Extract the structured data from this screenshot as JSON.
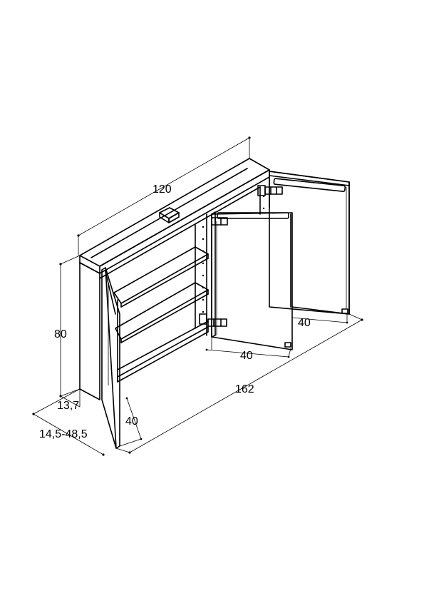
{
  "dimensions": {
    "width_top": "120",
    "height": "80",
    "depth_body": "13,7",
    "depth_range": "14,5-48,5",
    "door_left_swing": "40",
    "door_middle_width": "40",
    "door_right_width": "40",
    "total_width_open": "162"
  },
  "icons": {
    "switch_box": "switch-box-icon"
  }
}
